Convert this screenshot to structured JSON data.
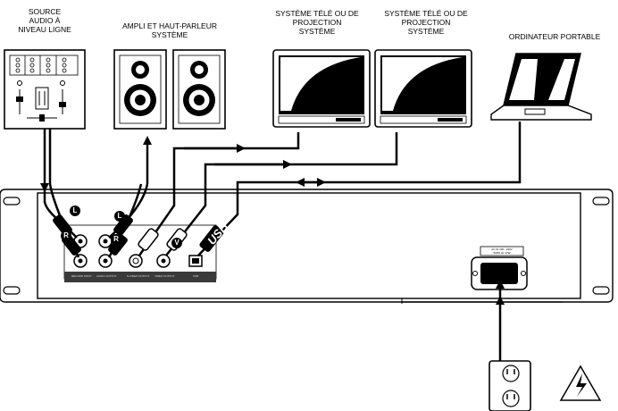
{
  "labels": {
    "source": [
      "SOURCE",
      "AUDIO À",
      "NIVEAU LIGNE"
    ],
    "ampli": [
      "AMPLI ET HAUT-PARLEUR",
      "SYSTÈME"
    ],
    "tv1": [
      "SYSTÈME TÉLÉ OU DE",
      "PROJECTION",
      "SYSTÈME"
    ],
    "tv2": [
      "SYSTÈME TÉLÉ OU DE",
      "PROJECTION",
      "SYSTÈME"
    ],
    "laptop": "ORDINATEUR PORTABLE"
  },
  "rca_letters": {
    "left": "L",
    "right": "R",
    "video": "V"
  },
  "usb_text": "USB",
  "panel": {
    "port_labels": [
      "RECORD INPUT",
      "AUDIO OUTPUT",
      "S-VIDEO OUTPUT",
      "VIDEO OUTPUT",
      "USB"
    ],
    "power_label": [
      "AC IN 100 - 240V",
      "50/60 Hz 17W"
    ]
  },
  "colors": {
    "ink": "#000000",
    "panel": "#ffffff",
    "connector_panel": "#3a3a3a"
  }
}
